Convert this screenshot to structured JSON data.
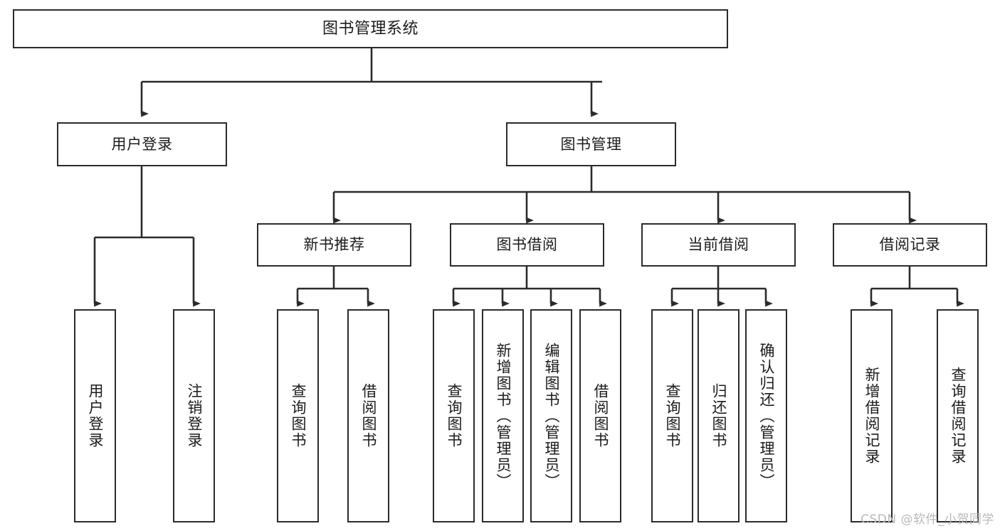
{
  "diagram": {
    "title": "图书管理系统",
    "type": "tree-hierarchy",
    "watermark": "CSDN @软件_小贺同学",
    "colors": {
      "stroke": "#2b2b2b",
      "fill": "#ffffff",
      "text": "#1b1b1b",
      "watermark": "#b9b9b9"
    },
    "levels": {
      "level0": [
        "图书管理系统"
      ],
      "level1": [
        "用户登录",
        "图书管理"
      ],
      "level2": [
        "新书推荐",
        "图书借阅",
        "当前借阅",
        "借阅记录"
      ],
      "level3": [
        "用户登录",
        "注销登录",
        "查询图书",
        "借阅图书",
        "查询图书",
        "新增图书（管理员）",
        "编辑图书（管理员）",
        "借阅图书",
        "查询图书",
        "归还图书",
        "确认归还（管理员）",
        "新增借阅记录",
        "查询借阅记录"
      ]
    },
    "nodes": {
      "root": {
        "label": "图书管理系统"
      },
      "user_login": {
        "label": "用户登录"
      },
      "book_manage": {
        "label": "图书管理"
      },
      "new_book_rec": {
        "label": "新书推荐"
      },
      "book_borrow": {
        "label": "图书借阅"
      },
      "current_borrow": {
        "label": "当前借阅"
      },
      "borrow_record": {
        "label": "借阅记录"
      },
      "leaf_user_login": {
        "label": "用户登录"
      },
      "leaf_logout": {
        "label": "注销登录"
      },
      "leaf_query_book_1": {
        "label": "查询图书"
      },
      "leaf_borrow_book_1": {
        "label": "借阅图书"
      },
      "leaf_query_book_2": {
        "label": "查询图书"
      },
      "leaf_add_book": {
        "label": "新增图书（管理员）"
      },
      "leaf_edit_book": {
        "label": "编辑图书（管理员）"
      },
      "leaf_borrow_book_2": {
        "label": "借阅图书"
      },
      "leaf_query_book_3": {
        "label": "查询图书"
      },
      "leaf_return_book": {
        "label": "归还图书"
      },
      "leaf_confirm_return": {
        "label": "确认归还（管理员）"
      },
      "leaf_add_record": {
        "label": "新增借阅记录"
      },
      "leaf_query_record": {
        "label": "查询借阅记录"
      }
    },
    "edges": [
      {
        "from": "root",
        "to": "user_login"
      },
      {
        "from": "root",
        "to": "book_manage"
      },
      {
        "from": "user_login",
        "to": "leaf_user_login"
      },
      {
        "from": "user_login",
        "to": "leaf_logout"
      },
      {
        "from": "book_manage",
        "to": "new_book_rec"
      },
      {
        "from": "book_manage",
        "to": "book_borrow"
      },
      {
        "from": "book_manage",
        "to": "current_borrow"
      },
      {
        "from": "book_manage",
        "to": "borrow_record"
      },
      {
        "from": "new_book_rec",
        "to": "leaf_query_book_1"
      },
      {
        "from": "new_book_rec",
        "to": "leaf_borrow_book_1"
      },
      {
        "from": "book_borrow",
        "to": "leaf_query_book_2"
      },
      {
        "from": "book_borrow",
        "to": "leaf_add_book"
      },
      {
        "from": "book_borrow",
        "to": "leaf_edit_book"
      },
      {
        "from": "book_borrow",
        "to": "leaf_borrow_book_2"
      },
      {
        "from": "current_borrow",
        "to": "leaf_query_book_3"
      },
      {
        "from": "current_borrow",
        "to": "leaf_return_book"
      },
      {
        "from": "current_borrow",
        "to": "leaf_confirm_return"
      },
      {
        "from": "borrow_record",
        "to": "leaf_add_record"
      },
      {
        "from": "borrow_record",
        "to": "leaf_query_record"
      }
    ]
  }
}
